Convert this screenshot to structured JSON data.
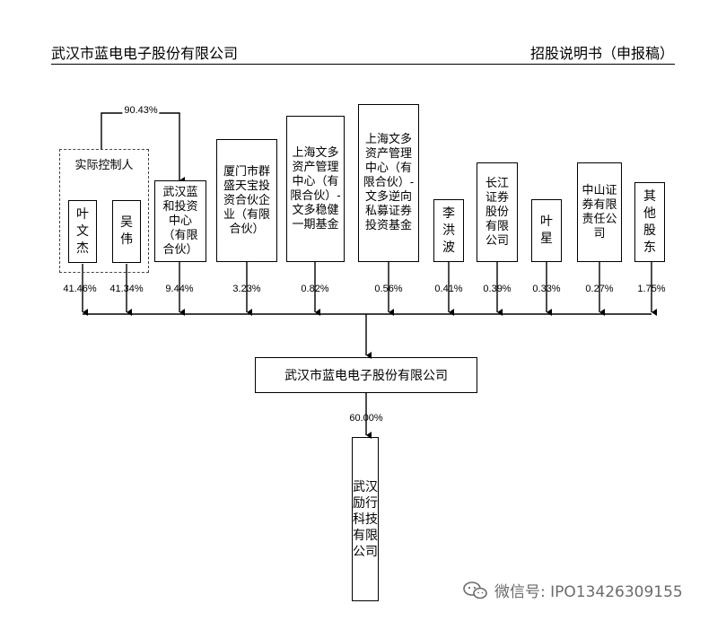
{
  "header": {
    "left": "武汉市蓝电电子股份有限公司",
    "right": "招股说明书（申报稿）"
  },
  "controller_label": "实际控制人",
  "control_pct": "90.43%",
  "shareholders": [
    {
      "name": "叶文杰",
      "pct": "41.46%"
    },
    {
      "name": "吴伟",
      "pct": "41.34%"
    },
    {
      "name": "武汉蓝和投资中心（有限合伙）",
      "pct": "9.44%"
    },
    {
      "name": "厦门市群盛天宝投资合伙企业（有限合伙）",
      "pct": "3.23%"
    },
    {
      "name": "上海文多资产管理中心（有限合伙）-文多稳健一期基金",
      "pct": "0.82%"
    },
    {
      "name": "上海文多资产管理中心（有限合伙）-文多逆向私募证券投资基金",
      "pct": "0.56%"
    },
    {
      "name": "李洪波",
      "pct": "0.41%"
    },
    {
      "name": "长江证券股份有限公司",
      "pct": "0.39%"
    },
    {
      "name": "叶星",
      "pct": "0.33%"
    },
    {
      "name": "中山证券有限责任公司",
      "pct": "0.27%"
    },
    {
      "name": "其他股东",
      "pct": "1.75%"
    }
  ],
  "company": "武汉市蓝电电子股份有限公司",
  "subsidiary": {
    "name": "武汉励行科技有限公司",
    "pct": "60.00%"
  },
  "watermark": {
    "icon": "wechat-icon",
    "text": "微信号: IPO13426309155"
  }
}
